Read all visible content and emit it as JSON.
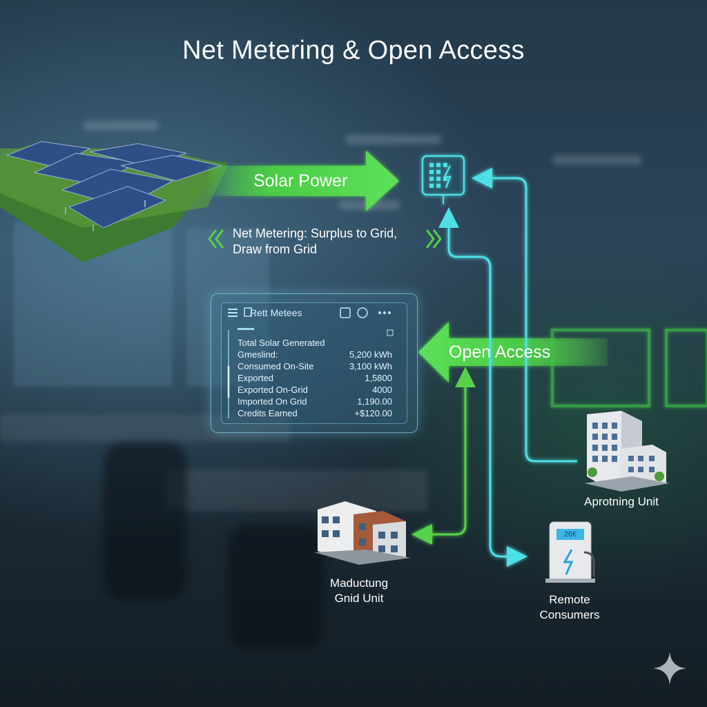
{
  "title": "Net Metering & Open Access",
  "arrows": {
    "solar_power": "Solar Power",
    "net_metering_line1": "Net Metering: Surplus to Grid,",
    "net_metering_line2": "Draw from Grid",
    "open_access": "Open Access"
  },
  "panel": {
    "title": "Rett Metees",
    "rows": [
      {
        "label": "Total Solar Generated",
        "value": ""
      },
      {
        "label": "Gmeslind:",
        "value": "5,200 kWh"
      },
      {
        "label": "Consumed On-Site",
        "value": "3,100 kWh"
      },
      {
        "label": "Exported",
        "value": "1,5800"
      },
      {
        "label": "Exported On-Grid",
        "value": "4000"
      },
      {
        "label": "Imported On Grid",
        "value": "1,190.00"
      },
      {
        "label": "Credits Earned",
        "value": "+$120.00"
      }
    ]
  },
  "nodes": {
    "apartment": "Aprotning Unit",
    "manufacturing_line1": "Maductung",
    "manufacturing_line2": "Gnid Unit",
    "remote_line1": "Remote",
    "remote_line2": "Consumers",
    "charger_display": "26€"
  },
  "icons": [
    "smart-meter-icon",
    "menu-icon",
    "document-icon",
    "calendar-icon",
    "settings-icon",
    "more-icon",
    "lightning-icon",
    "sparkle-icon"
  ],
  "colors": {
    "green": "#55d24a",
    "cyan": "#4fdfe6",
    "panel_border": "#8cdcf0"
  }
}
